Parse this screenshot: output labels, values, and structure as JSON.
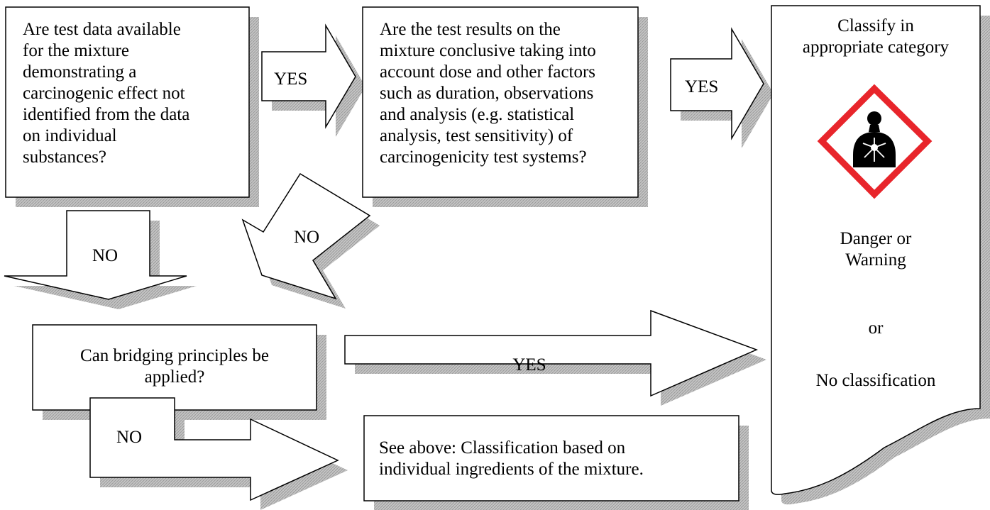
{
  "flow": {
    "q1": "Are test data available\nfor the mixture\ndemonstrating a\ncarcinogenic effect not\nidentified from the data\non individual\nsubstances?",
    "q2": "Are the test results on the\nmixture conclusive taking into\naccount dose and other factors\nsuch as duration, observations\nand analysis (e.g. statistical\nanalysis, test sensitivity) of\ncarcinogenicity test systems?",
    "q3": "Can bridging principles be\napplied?",
    "see_above": "See above: Classification based on\nindividual ingredients of the mixture.",
    "arrow_yes_1": "YES",
    "arrow_yes_2": "YES",
    "arrow_yes_3": "YES",
    "arrow_no_1": "NO",
    "arrow_no_2": "NO",
    "arrow_no_3": "NO"
  },
  "result": {
    "heading": "Classify in\nappropriate category",
    "signal": "Danger or\nWarning",
    "or": "or",
    "none": "No classification",
    "pictogram": "health-hazard-icon"
  },
  "colors": {
    "pictogram_border": "#e8252b",
    "shadow": "#b4b4b4",
    "stroke": "#000000"
  }
}
